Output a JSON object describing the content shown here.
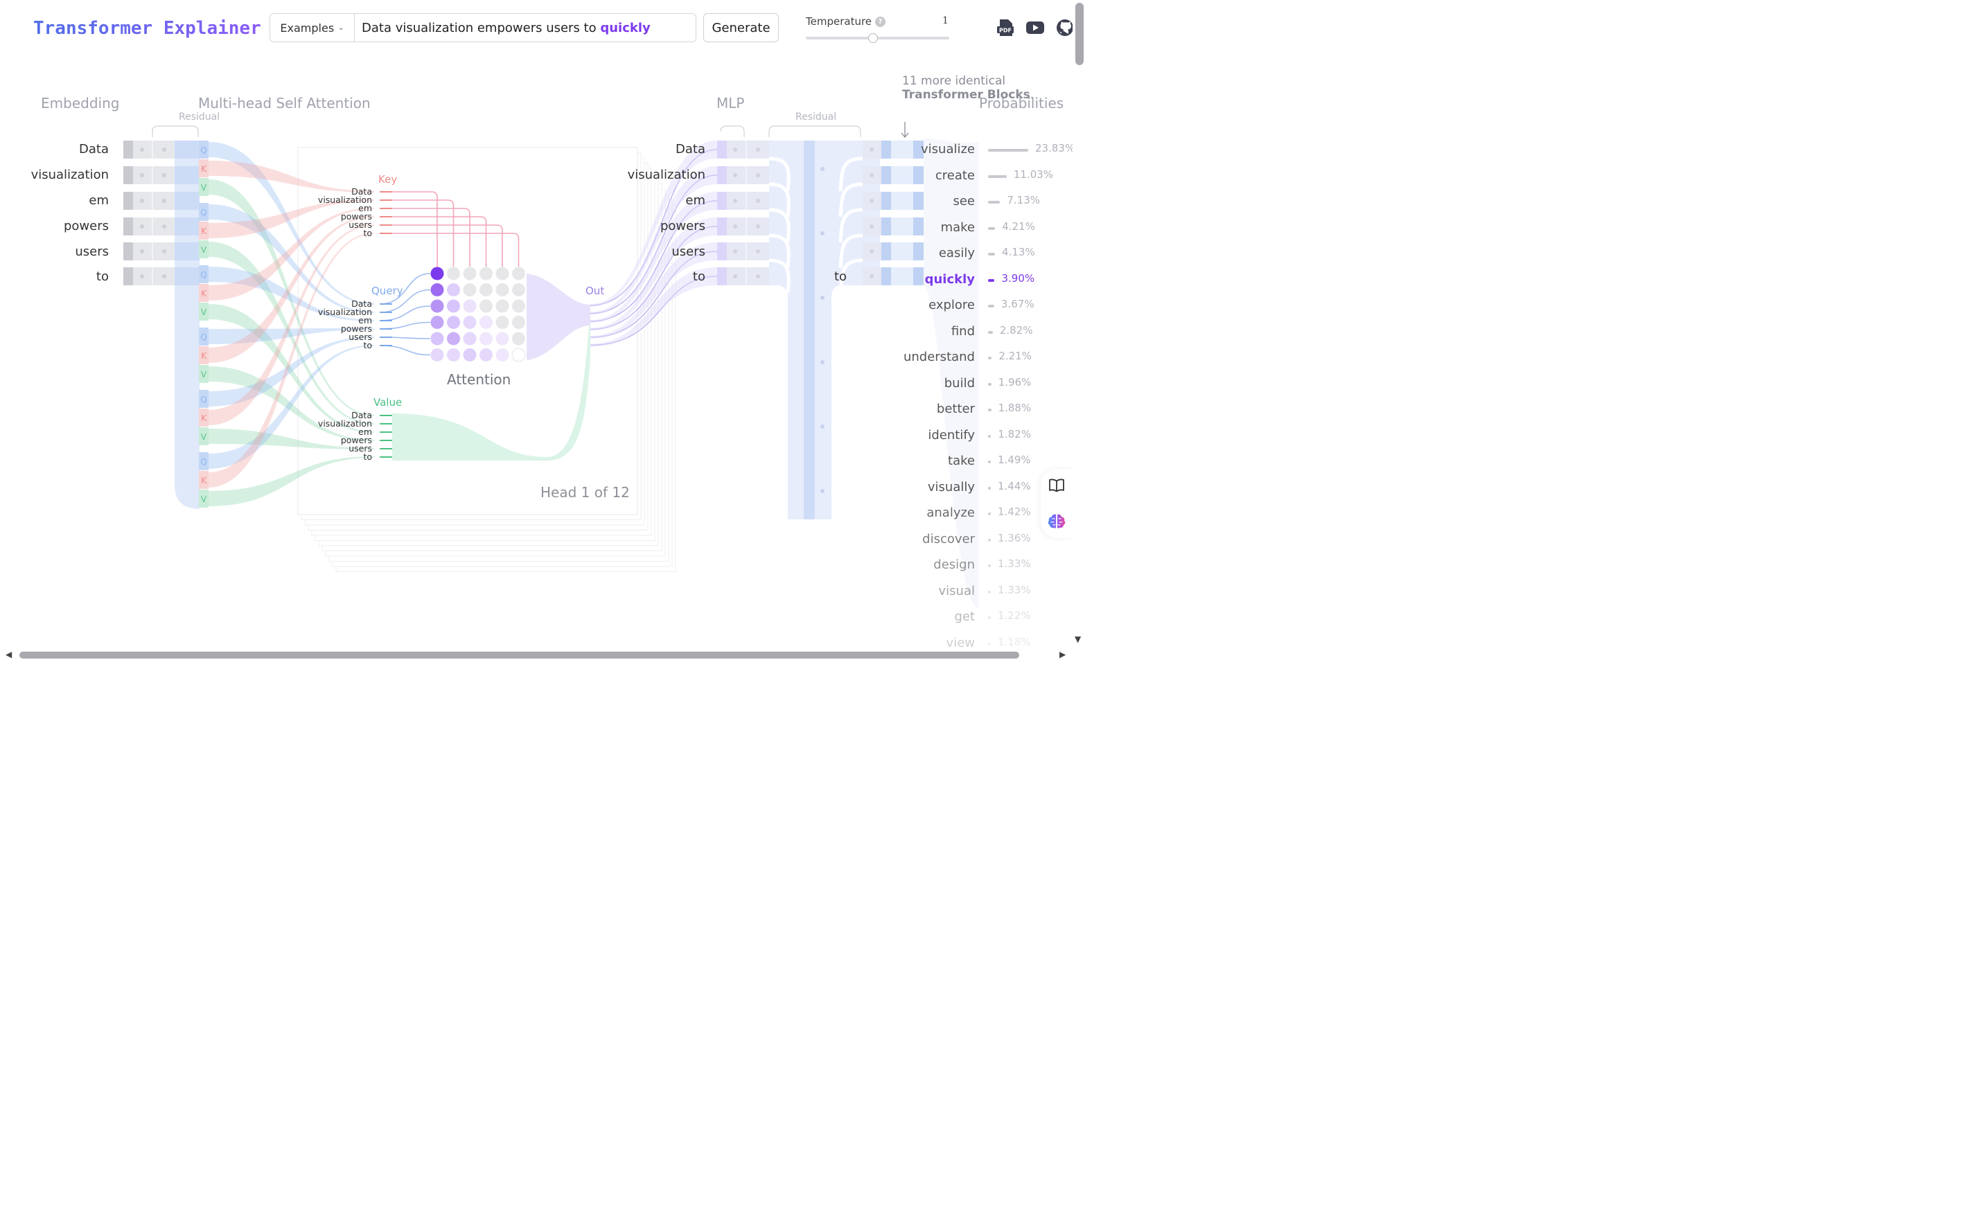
{
  "header": {
    "logo": "Transformer Explainer",
    "examples_label": "Examples",
    "prompt_text": "Data visualization empowers users to",
    "predicted_token": "quickly",
    "generate_label": "Generate",
    "temperature_label": "Temperature",
    "temperature_help": "?",
    "temperature_value": "1",
    "temperature_fraction": 0.47
  },
  "sections": {
    "embedding": "Embedding",
    "attention": "Multi-head Self Attention",
    "mlp": "MLP",
    "probabilities": "Probabilities",
    "residual_1": "Residual",
    "residual_2": "Residual",
    "more_blocks_prefix": "11 more identical",
    "more_blocks_bold": "Transformer Blocks",
    "more_blocks_suffix": "."
  },
  "tokens": [
    "Data",
    "visualization",
    "em",
    "powers",
    "users",
    "to"
  ],
  "last_token": "to",
  "qkv": {
    "q": "Q",
    "k": "K",
    "v": "V"
  },
  "attention": {
    "key_label": "Key",
    "query_label": "Query",
    "value_label": "Value",
    "out_label": "Out",
    "matrix_label": "Attention",
    "head_label": "Head 1 of 12",
    "matrix": [
      [
        1.0,
        0,
        0,
        0,
        0,
        0
      ],
      [
        0.75,
        0.25,
        0,
        0,
        0,
        0
      ],
      [
        0.55,
        0.3,
        0.15,
        0,
        0,
        0
      ],
      [
        0.45,
        0.3,
        0.2,
        0.05,
        0,
        0
      ],
      [
        0.3,
        0.4,
        0.2,
        0.05,
        0.05,
        0
      ],
      [
        0.2,
        0.2,
        0.25,
        0.2,
        0.1,
        0.05
      ]
    ]
  },
  "probabilities": [
    {
      "word": "visualize",
      "pct": "23.83%",
      "value": 23.83
    },
    {
      "word": "create",
      "pct": "11.03%",
      "value": 11.03
    },
    {
      "word": "see",
      "pct": "7.13%",
      "value": 7.13
    },
    {
      "word": "make",
      "pct": "4.21%",
      "value": 4.21
    },
    {
      "word": "easily",
      "pct": "4.13%",
      "value": 4.13
    },
    {
      "word": "quickly",
      "pct": "3.90%",
      "value": 3.9,
      "selected": true
    },
    {
      "word": "explore",
      "pct": "3.67%",
      "value": 3.67
    },
    {
      "word": "find",
      "pct": "2.82%",
      "value": 2.82
    },
    {
      "word": "understand",
      "pct": "2.21%",
      "value": 2.21
    },
    {
      "word": "build",
      "pct": "1.96%",
      "value": 1.96
    },
    {
      "word": "better",
      "pct": "1.88%",
      "value": 1.88
    },
    {
      "word": "identify",
      "pct": "1.82%",
      "value": 1.82
    },
    {
      "word": "take",
      "pct": "1.49%",
      "value": 1.49
    },
    {
      "word": "visually",
      "pct": "1.44%",
      "value": 1.44
    },
    {
      "word": "analyze",
      "pct": "1.42%",
      "value": 1.42
    },
    {
      "word": "discover",
      "pct": "1.36%",
      "value": 1.36
    },
    {
      "word": "design",
      "pct": "1.33%",
      "value": 1.33
    },
    {
      "word": "visual",
      "pct": "1.33%",
      "value": 1.33
    },
    {
      "word": "get",
      "pct": "1.22%",
      "value": 1.22
    },
    {
      "word": "view",
      "pct": "1.18%",
      "value": 1.18
    }
  ],
  "colors": {
    "query": "#8fb6f0",
    "key": "#f2a0a0",
    "value": "#88d4a8",
    "attention": "#7c3aed",
    "selected": "#7c3aed"
  },
  "icons": {
    "pdf": "pdf-icon",
    "youtube": "youtube-icon",
    "github": "github-icon",
    "book": "book-icon",
    "brain": "brain-icon"
  }
}
